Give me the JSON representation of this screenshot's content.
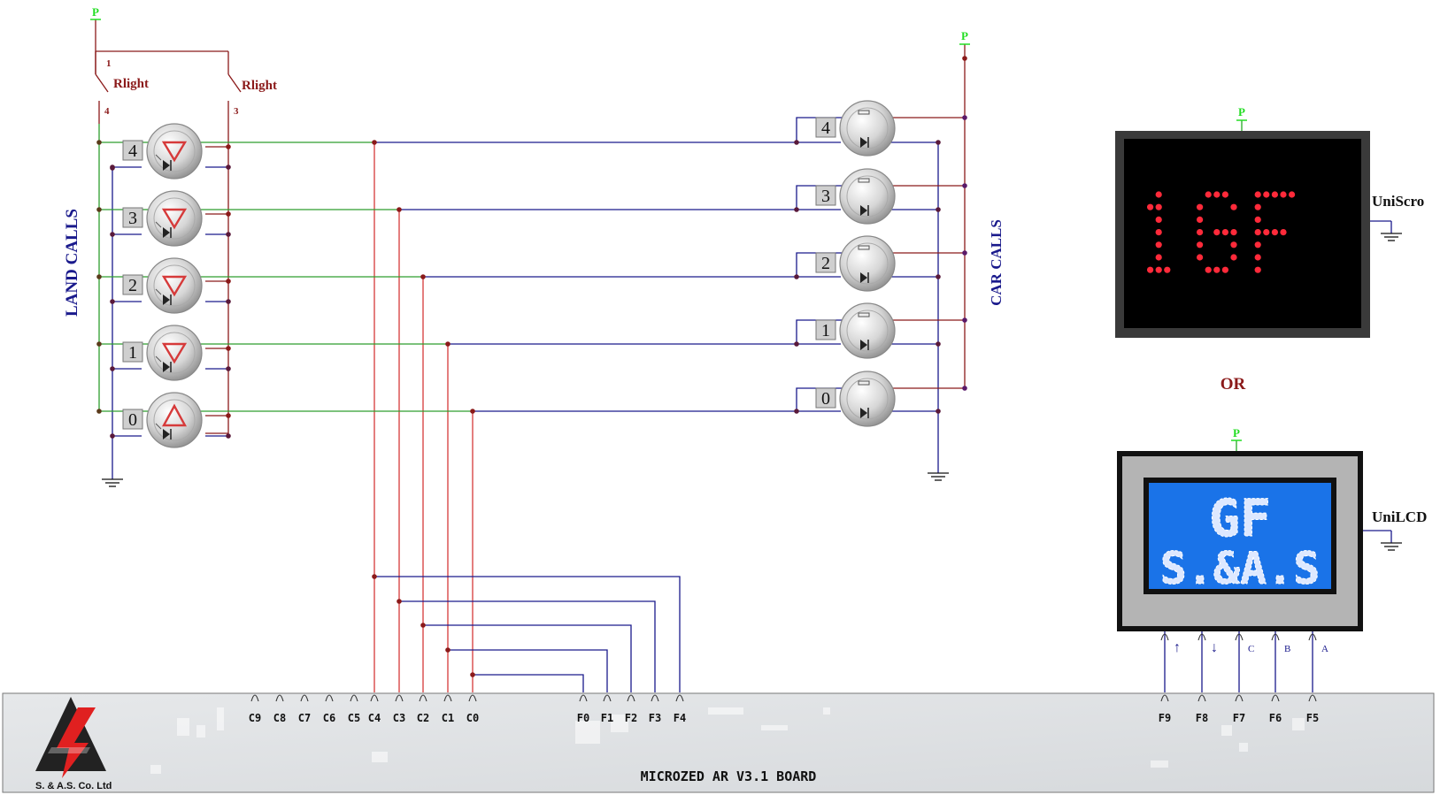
{
  "power_label": "P",
  "relay": {
    "label": "Rlight",
    "pins": [
      "1",
      "4",
      "3"
    ]
  },
  "landing": {
    "title": "LAND CALLS",
    "floors": [
      "4",
      "3",
      "2",
      "1",
      "0"
    ]
  },
  "car": {
    "title": "CAR CALLS",
    "floors": [
      "4",
      "3",
      "2",
      "1",
      "0"
    ]
  },
  "scroll_display": {
    "label": "UniScro",
    "text": "1GF"
  },
  "or_label": "OR",
  "lcd_display": {
    "label": "UniLCD",
    "line1": "GF",
    "line2": "S.&A.S"
  },
  "lcd_pins": [
    "↑",
    "↓",
    "C",
    "B",
    "A"
  ],
  "board": {
    "title": "MICROZED AR V3.1 BOARD",
    "logo_text": "S. & A.S. Co. Ltd",
    "c_pins": [
      "C9",
      "C8",
      "C7",
      "C6",
      "C5",
      "C4",
      "C3",
      "C2",
      "C1",
      "C0"
    ],
    "f_pins_left": [
      "F0",
      "F1",
      "F2",
      "F3",
      "F4"
    ],
    "f_pins_right": [
      "F9",
      "F8",
      "F7",
      "F6",
      "F5"
    ]
  },
  "colors": {
    "green": "#2e9e2e",
    "navy": "#1a1a8c",
    "maroon": "#8b1a1a",
    "red": "#d63a3a",
    "power": "#22dd22"
  }
}
